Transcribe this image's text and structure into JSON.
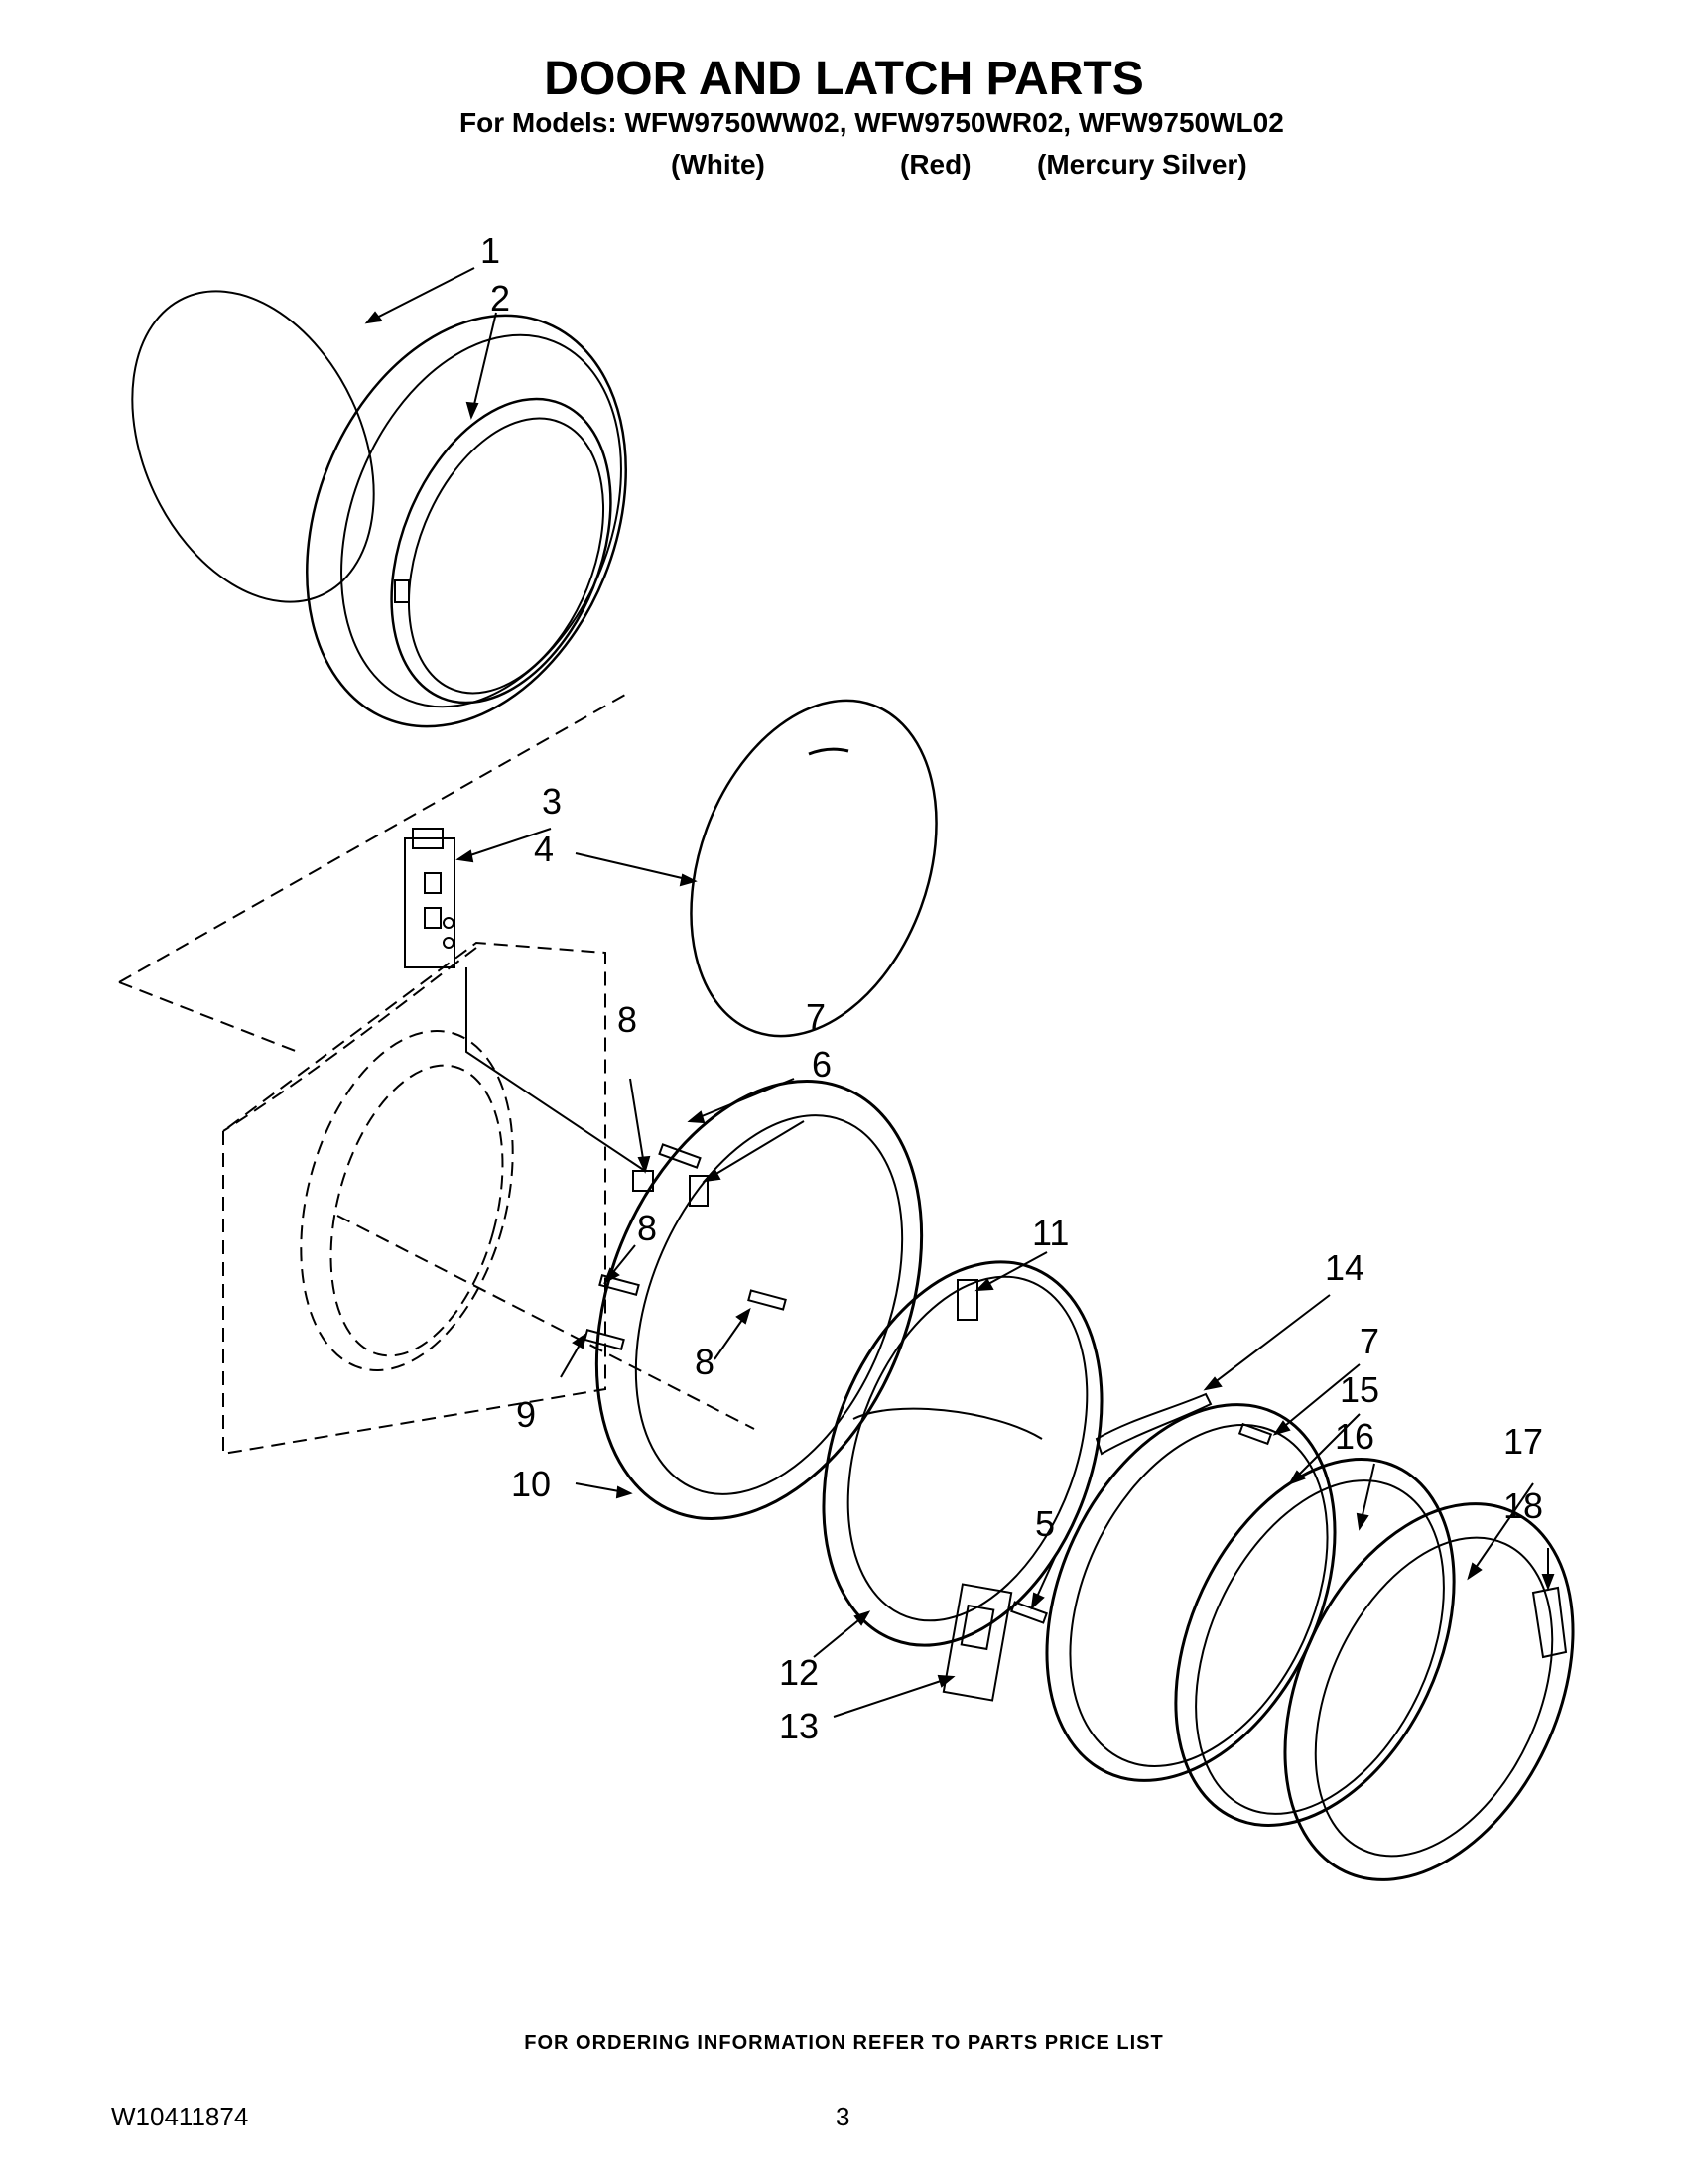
{
  "header": {
    "title": "DOOR AND LATCH PARTS",
    "models_line": "For Models: WFW9750WW02, WFW9750WR02, WFW9750WL02",
    "colors": [
      "(White)",
      "(Red)",
      "(Mercury Silver)"
    ]
  },
  "callouts": {
    "n1": "1",
    "n2": "2",
    "n3": "3",
    "n4": "4",
    "n5": "5",
    "n6": "6",
    "n7a": "7",
    "n7b": "7",
    "n8a": "8",
    "n8b": "8",
    "n8c": "8",
    "n9": "9",
    "n10": "10",
    "n11": "11",
    "n12": "12",
    "n13": "13",
    "n14": "14",
    "n15": "15",
    "n16": "16",
    "n17": "17",
    "n18": "18"
  },
  "footer": {
    "ordering_note": "FOR ORDERING INFORMATION REFER TO PARTS PRICE LIST",
    "document_number": "W10411874",
    "page_number": "3"
  }
}
